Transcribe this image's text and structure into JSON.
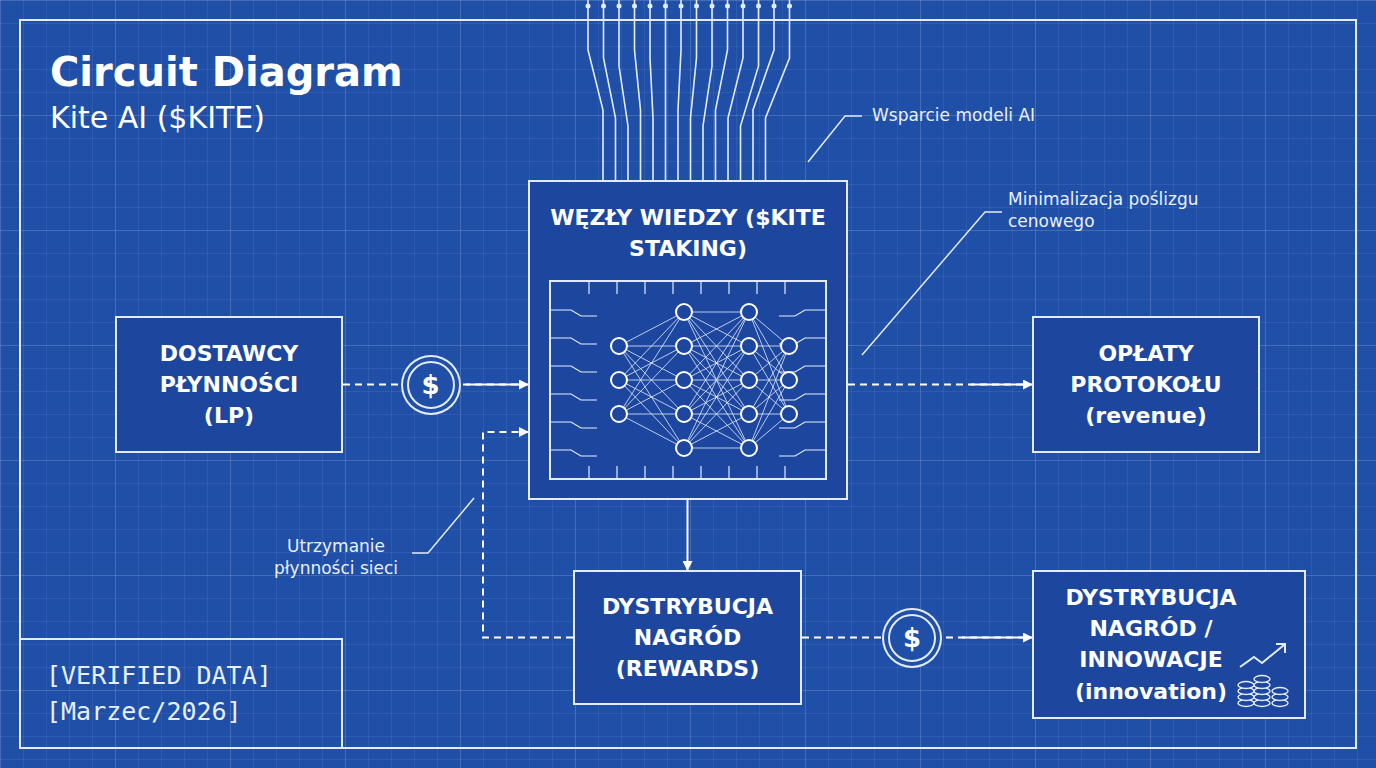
{
  "diagram": {
    "title": "Circuit Diagram",
    "nodes": [
      {
        "text": [
          "DOSTAWCY PŁYNNOŚCI (LP)"
        ]
      },
      {
        "text": [
          "WĘZŁY WIEDZY ($KITE STAKING)"
        ]
      },
      {
        "text": [
          "OPŁATY PROTOKOŁU (revenue)"
        ]
      },
      {
        "text": [
          "DYSTRYBUCJA NAGRÓD (REWARDS)"
        ]
      },
      {
        "text": [
          "DYSTRYBUCJA NAGRÓD / INNOWACJE (innovation)"
        ]
      },
      {
        "text": [
          "[VERIFIED DATA] [Marzec/2026]"
        ]
      }
    ],
    "edges": [
      {
        "from": 0,
        "to": 1,
        "arrow": "to",
        "label": "$"
      },
      {
        "from": 1,
        "to": 2,
        "arrow": "to"
      },
      {
        "from": 1,
        "to": 3,
        "arrow": "to"
      },
      {
        "from": 3,
        "to": 1,
        "arrow": "to"
      },
      {
        "from": 3,
        "to": 4,
        "arrow": "to",
        "label": "$"
      }
    ],
    "labels": [
      "Kite AI ($KITE)",
      "Wsparcie modeli AI",
      "Minimalizacja poślizgu cenowego",
      "Utrzymanie płynności sieci"
    ]
  }
}
